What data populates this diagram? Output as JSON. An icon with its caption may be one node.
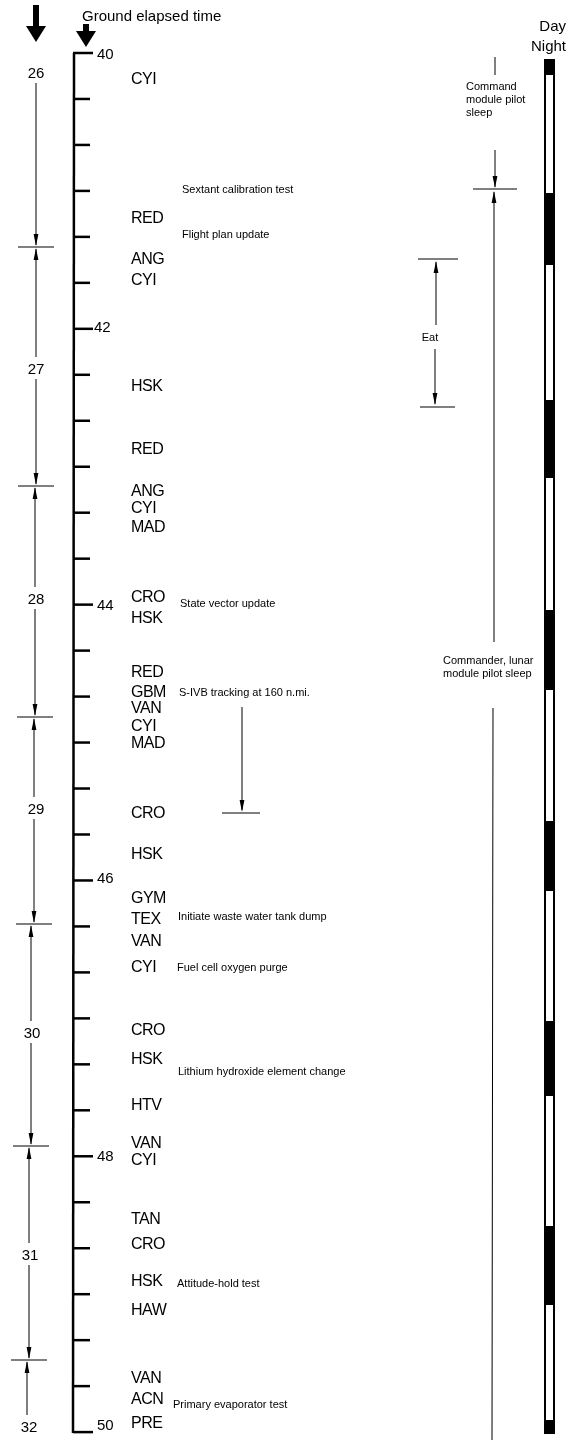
{
  "diagram": {
    "labels": [
      "Ground elapsed time",
      "Day",
      "Night",
      "40",
      "26",
      "CYI",
      "Command module pilot sleep",
      "Sextant calibration test",
      "RED",
      "Flight plan update",
      "ANG",
      "CYI",
      "42",
      "Eat",
      "27",
      "HSK",
      "RED",
      "ANG",
      "CYI",
      "MAD",
      "28",
      "CRO",
      "44",
      "State vector update",
      "HSK",
      "Commander, lunar module pilot sleep",
      "RED",
      "GBM",
      "S-IVB tracking at 160 n.mi.",
      "VAN",
      "CYI",
      "MAD",
      "29",
      "CRO",
      "HSK",
      "46",
      "GYM",
      "TEX",
      "Initiate waste water tank dump",
      "VAN",
      "CYI",
      "Fuel cell oxygen purge",
      "30",
      "CRO",
      "HSK",
      "Lithium hydroxide element change",
      "HTV",
      "VAN",
      "48",
      "CYI",
      "TAN",
      "31",
      "CRO",
      "HSK",
      "Attitude-hold test",
      "HAW",
      "VAN",
      "ACN",
      "Primary evaporator test",
      "32",
      "50",
      "PRE"
    ]
  }
}
